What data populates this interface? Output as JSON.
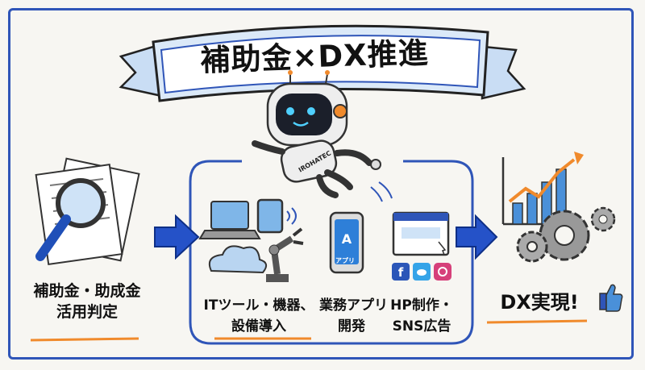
{
  "title": "補助金×DX推進",
  "robot_label": "IROHATEC",
  "app_label": "アプリ",
  "steps": {
    "step1_line1": "補助金・助成金",
    "step1_line2": "活用判定",
    "step2a_line1": "ITツール・機器、",
    "step2a_line2": "設備導入",
    "step2b_line1": "業務アプリ",
    "step2b_line2": "開発",
    "step2c_line1": "HP制作・",
    "step2c_line2": "SNS広告",
    "step3": "DX実現!"
  },
  "colors": {
    "frame": "#2f55b8",
    "arrow": "#2552c8",
    "underline": "#f08a2c",
    "ribbon": "#dbe9f8"
  },
  "icons": [
    "magnifier-icon",
    "laptop-icon",
    "tablet-icon",
    "cloud-icon",
    "robot-arm-icon",
    "smartphone-icon",
    "browser-icon",
    "facebook-icon",
    "twitter-icon",
    "instagram-icon",
    "growth-chart-icon",
    "gear-icon",
    "thumbs-up-icon"
  ]
}
